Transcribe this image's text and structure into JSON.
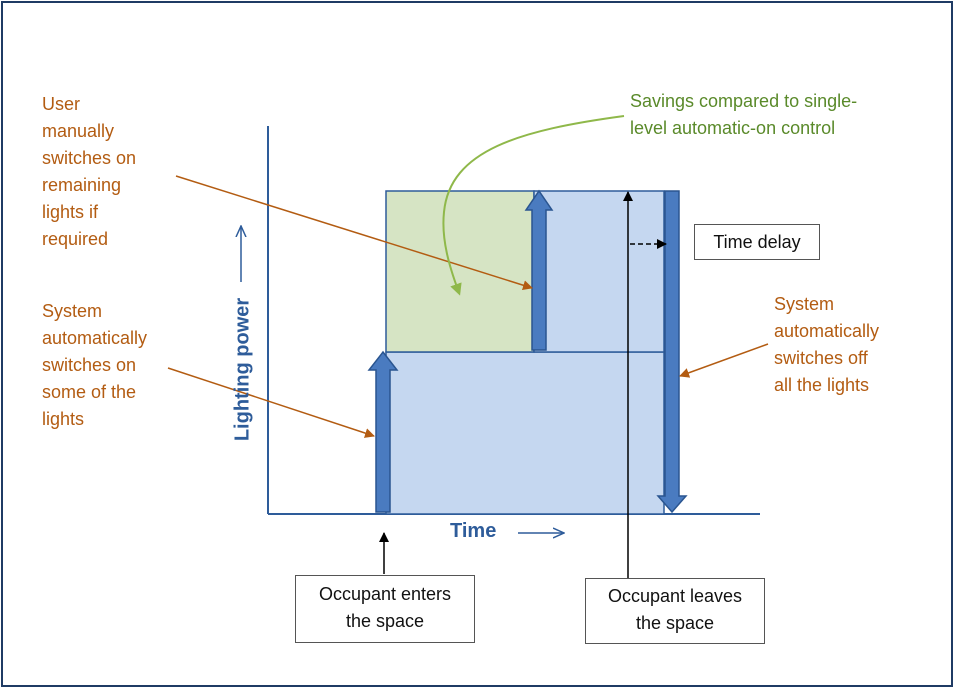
{
  "axis": {
    "y_label": "Lighting power",
    "x_label": "Time"
  },
  "annotations": {
    "manual_on": "User\nmanually\nswitches on\nremaining\nlights if\nrequired",
    "auto_on": "System\nautomatically\nswitches on\nsome of the\nlights",
    "savings": "Savings compared to single-\nlevel automatic-on control",
    "auto_off": "System\nautomatically\nswitches off\nall the lights"
  },
  "boxes": {
    "time_delay": "Time delay",
    "enters": "Occupant enters\nthe space",
    "leaves": "Occupant leaves\nthe space"
  },
  "colors": {
    "frame": "#1f3b64",
    "axis": "#2e5c9a",
    "blue_fill": "#c5d7f0",
    "green_fill": "#d6e4c4",
    "arrow_fill": "#4a7bc0",
    "orange_text": "#b35c12",
    "green_text": "#5a8a2a"
  }
}
